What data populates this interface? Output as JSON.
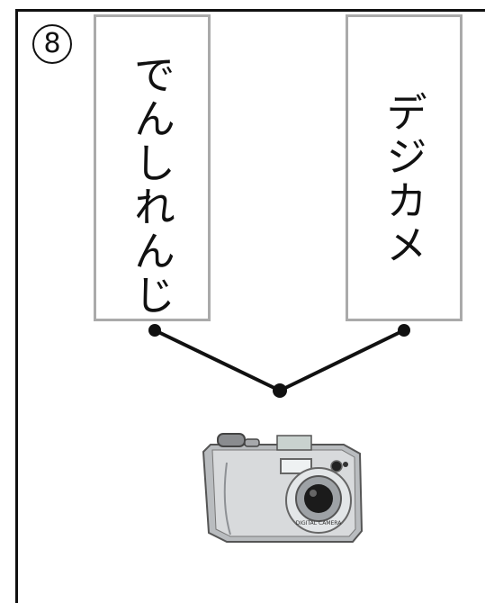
{
  "question_number": "8",
  "cards": [
    {
      "text": "でんしれんじ"
    },
    {
      "text": "デジカメ"
    }
  ],
  "camera": {
    "label": "DIGITAL CAMERA"
  }
}
